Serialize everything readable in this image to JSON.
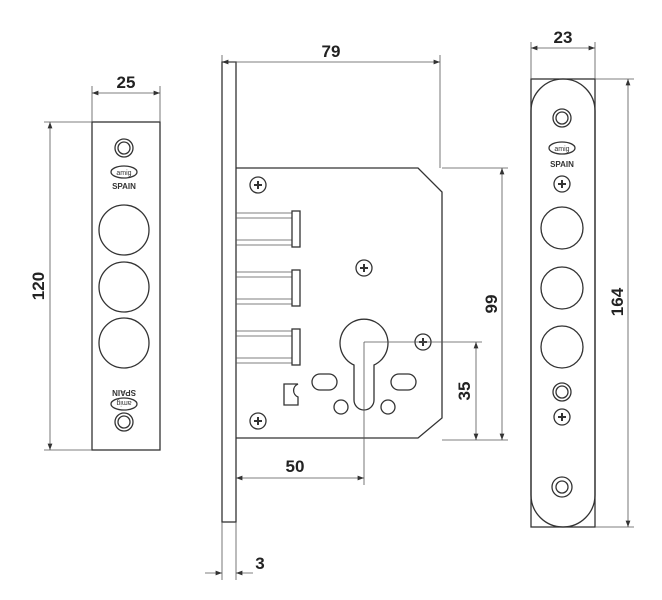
{
  "dimensions": {
    "left_plate_width": "25",
    "left_plate_height": "120",
    "lock_depth": "79",
    "case_height": "99",
    "cylinder_offset": "35",
    "backset": "50",
    "faceplate_thickness": "3",
    "right_plate_width": "23",
    "right_plate_height": "164"
  },
  "labels": {
    "origin": "SPAIN",
    "brand_logo": "amig"
  },
  "colors": {
    "line": "#333333",
    "background": "#ffffff"
  }
}
